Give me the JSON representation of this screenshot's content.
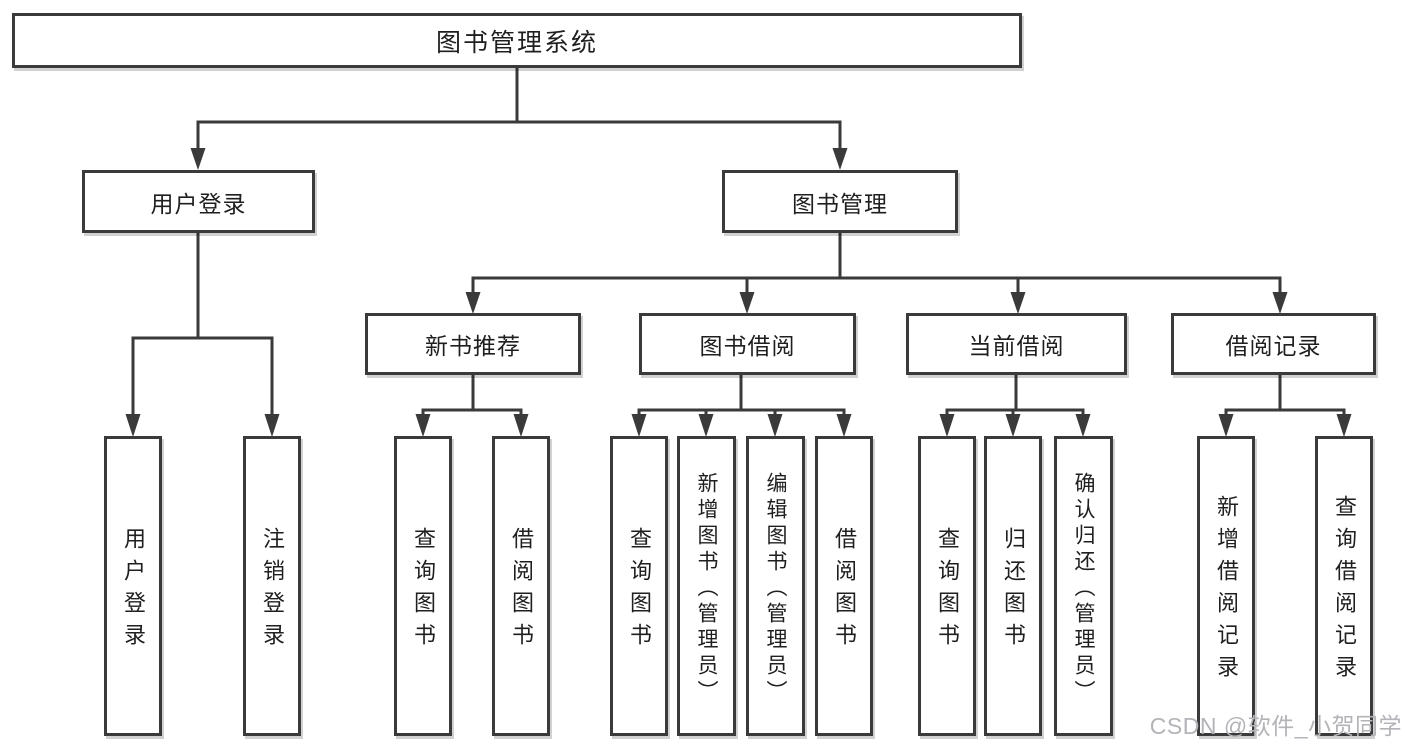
{
  "title": "图书管理系统",
  "watermark": "CSDN @软件_小贺同学",
  "colors": {
    "line": "#3a3a3a",
    "text": "#1f1f1f",
    "background": "#ffffff",
    "watermark": "#b3b3b8"
  },
  "nodes": {
    "root": {
      "label": "图书管理系统"
    },
    "user_login": {
      "label": "用户登录"
    },
    "book_mgmt": {
      "label": "图书管理"
    },
    "new_book_rec": {
      "label": "新书推荐"
    },
    "book_borrow": {
      "label": "图书借阅"
    },
    "current_borrow": {
      "label": "当前借阅"
    },
    "borrow_records": {
      "label": "借阅记录"
    },
    "leaf_user_login": {
      "label": "用户登录"
    },
    "leaf_logout": {
      "label": "注销登录"
    },
    "leaf_query_book_1": {
      "label": "查询图书"
    },
    "leaf_borrow_book_1": {
      "label": "借阅图书"
    },
    "leaf_query_book_2": {
      "label": "查询图书"
    },
    "leaf_add_book_admin": {
      "label": "新增图书（管理员）"
    },
    "leaf_edit_book_admin": {
      "label": "编辑图书（管理员）"
    },
    "leaf_borrow_book_2": {
      "label": "借阅图书"
    },
    "leaf_query_book_3": {
      "label": "查询图书"
    },
    "leaf_return_book": {
      "label": "归还图书"
    },
    "leaf_confirm_return_admin": {
      "label": "确认归还（管理员）"
    },
    "leaf_add_borrow_record": {
      "label": "新增借阅记录"
    },
    "leaf_query_borrow_record": {
      "label": "查询借阅记录"
    }
  }
}
